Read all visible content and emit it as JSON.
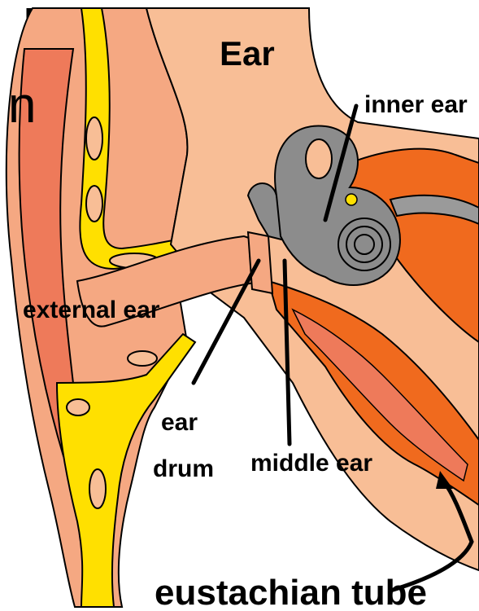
{
  "diagram": {
    "title": "Ear",
    "fragment_text": "n",
    "labels": {
      "inner_ear": "inner ear",
      "external_ear": "external ear",
      "ear": "ear",
      "drum": "drum",
      "middle_ear": "middle ear",
      "eustachian_tube": "eustachian tube"
    },
    "colors": {
      "skin": "#F5A882",
      "skin_light": "#F8BE96",
      "skin_dark": "#EE7A5A",
      "cartilage": "#FFE000",
      "bone_gray": "#8C8C8C",
      "orange": "#F06A1E",
      "outline": "#000000"
    }
  }
}
